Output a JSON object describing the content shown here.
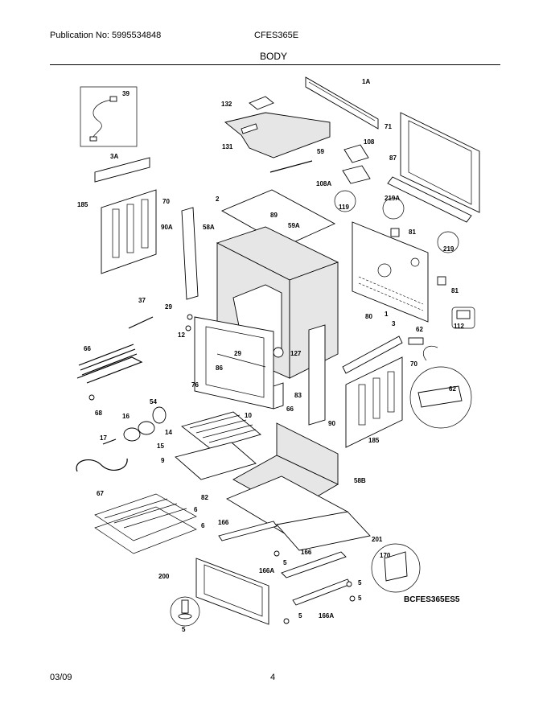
{
  "header": {
    "publication": "Publication No: 5995534848",
    "model": "CFES365E",
    "section": "BODY"
  },
  "footer": {
    "date": "03/09",
    "page": "4"
  },
  "diagram": {
    "code": "BCFES365ES5",
    "callouts": {
      "c39": "39",
      "c1A": "1A",
      "c132": "132",
      "c71": "71",
      "c131": "131",
      "c59": "59",
      "c108": "108",
      "c87": "87",
      "c3A": "3A",
      "c108A": "108A",
      "c2": "2",
      "c70a": "70",
      "c185a": "185",
      "c89": "89",
      "c219A": "219A",
      "c119": "119",
      "c90A": "90A",
      "c58A": "58A",
      "c59A": "59A",
      "c81a": "81",
      "c219": "219",
      "c81b": "81",
      "c37": "37",
      "c29a": "29",
      "c12": "12",
      "c80": "80",
      "c1": "1",
      "c112": "112",
      "c62a": "62",
      "c3": "3",
      "c66": "66",
      "c29b": "29",
      "c127": "127",
      "c86": "86",
      "c70b": "70",
      "c62b": "62",
      "c76": "76",
      "c83": "83",
      "c68": "68",
      "c54": "54",
      "c66b": "66",
      "c10": "10",
      "c90": "90",
      "c16": "16",
      "c14": "14",
      "c17": "17",
      "c15": "15",
      "c185b": "185",
      "c9": "9",
      "c58B": "58B",
      "c67": "67",
      "c82": "82",
      "c6a": "6",
      "c6b": "6",
      "c166a": "166",
      "c201": "201",
      "c166b": "166",
      "c5a": "5",
      "c170": "170",
      "c200": "200",
      "c166Aa": "166A",
      "c5b": "5",
      "c5c": "5",
      "c5d": "5",
      "c166Ab": "166A"
    }
  }
}
